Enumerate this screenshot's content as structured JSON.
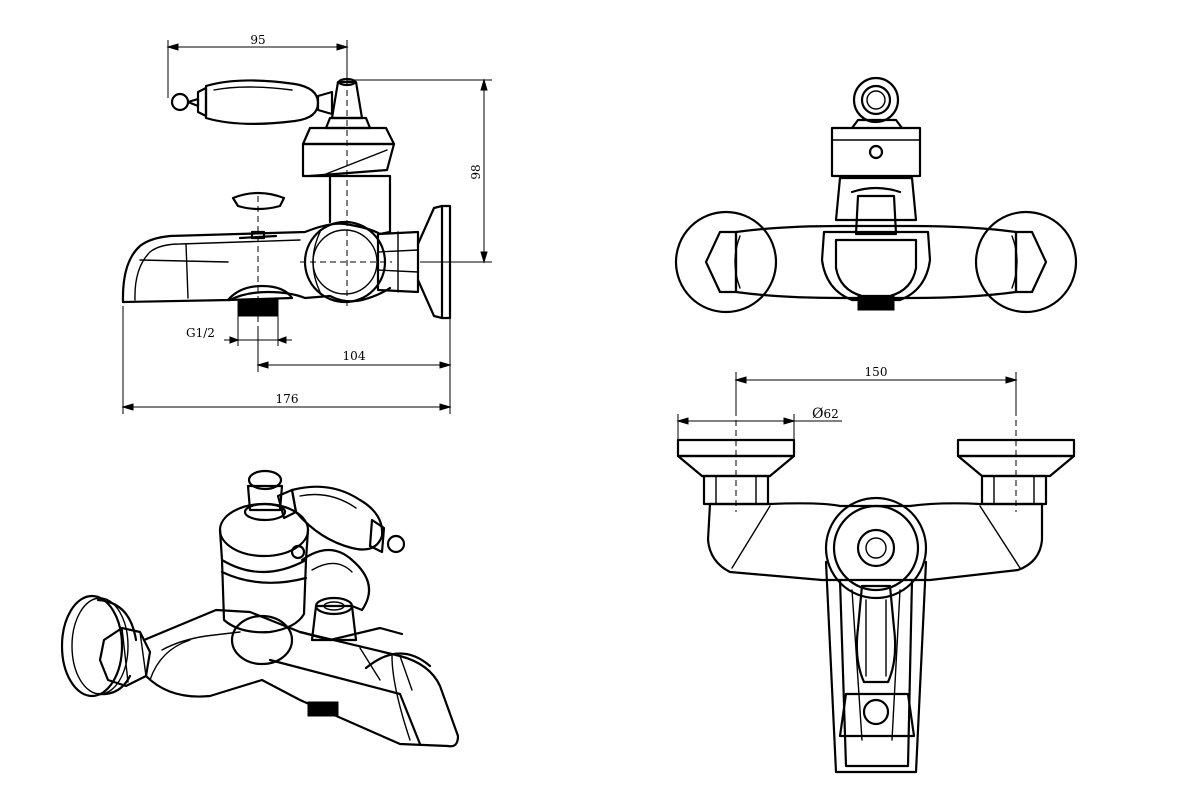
{
  "dimensions": {
    "side_handle_reach": "95",
    "side_height": "98",
    "side_thread": "G1/2",
    "side_outlet_offset": "104",
    "side_total_length": "176",
    "front_centers": "150",
    "front_flange_diameter": "62"
  },
  "symbols": {
    "diameter": "Ø"
  },
  "colors": {
    "line": "#000000",
    "background": "#ffffff"
  }
}
